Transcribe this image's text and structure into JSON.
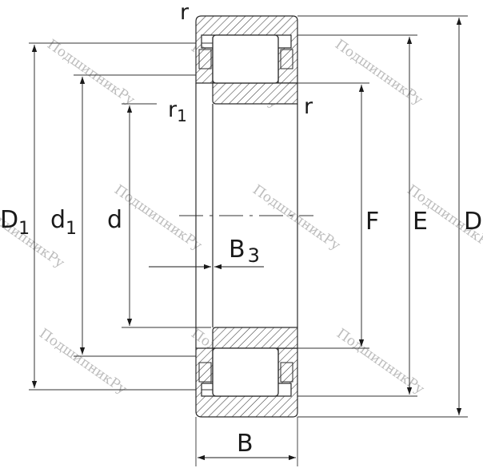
{
  "labels": {
    "r_top": "r",
    "r1": "r",
    "r1_sub": "1",
    "r_inner": "r",
    "D1": "D",
    "D1_sub": "1",
    "d1": "d",
    "d1_sub": "1",
    "d": "d",
    "F": "F",
    "E": "E",
    "D": "D",
    "B3": "B",
    "B3_sub": "3",
    "B": "B"
  },
  "watermark": "ПодшипникРу",
  "colors": {
    "line": "#2a2a2a",
    "hatch": "#3a3a3a",
    "watermark": "#bdbdbd"
  }
}
